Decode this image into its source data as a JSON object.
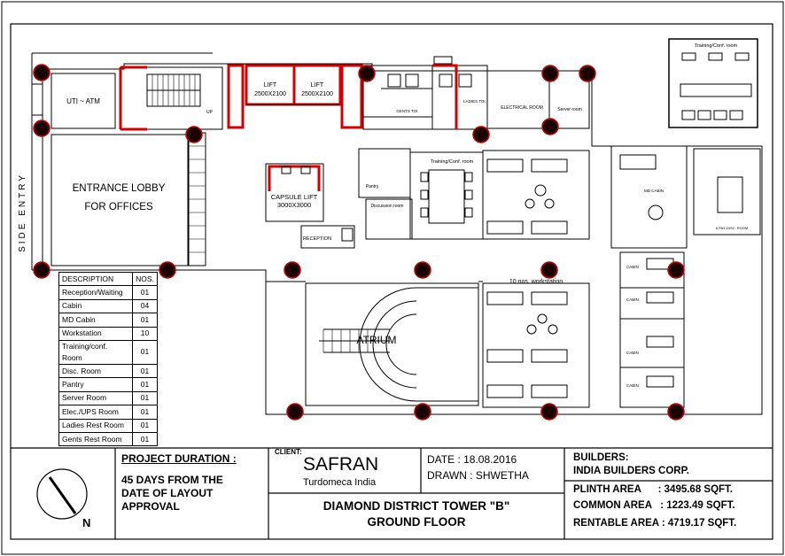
{
  "plan": {
    "side_entry": "SIDE ENTRY",
    "uti_atm": "UTI ~ ATM",
    "entrance_lobby_line1": "ENTRANCE LOBBY",
    "entrance_lobby_line2": "FOR OFFICES",
    "up": "UP",
    "lift1_name": "LIFT",
    "lift1_size": "2500X2100",
    "lift2_name": "LIFT",
    "lift2_size": "2500X2100",
    "capsule_lift_name": "CAPSULE LIFT",
    "capsule_lift_size": "3000X3000",
    "gents_toilet": "GENTS TOI.",
    "ladies_toilet": "LADIES TOI.",
    "electrical_room": "ELECTRICAL ROOM",
    "server_room": "Server room",
    "training_room_top": "Training/Conf. room",
    "training_room_mid": "Training/Conf. room",
    "pantry": "Pantry",
    "discussion_room": "Discussion room",
    "reception": "RECEPTION",
    "md_cabin": "MD CABIN",
    "pax_disc_room": "6 PAX DISC. ROOM",
    "workstation_heading": "10 nos. workstation",
    "atrium": "ATRIUM",
    "cabins": [
      "CABIN",
      "CABIN",
      "CABIN",
      "CABIN"
    ]
  },
  "description_table": {
    "headers": [
      "DESCRIPTION",
      "NOS."
    ],
    "rows": [
      [
        "Reception/Waiting",
        "01"
      ],
      [
        "Cabin",
        "04"
      ],
      [
        "MD Cabin",
        "01"
      ],
      [
        "Workstation",
        "10"
      ],
      [
        "Training/conf. Room",
        "01"
      ],
      [
        "Disc. Room",
        "01"
      ],
      [
        "Pantry",
        "01"
      ],
      [
        "Server Room",
        "01"
      ],
      [
        "Elec./UPS Room",
        "01"
      ],
      [
        "Ladies Rest Room",
        "01"
      ],
      [
        "Gents Rest Room",
        "01"
      ]
    ]
  },
  "title_block": {
    "north": "N",
    "project_duration_label": "PROJECT DURATION :",
    "project_duration_value": [
      "45 DAYS FROM THE",
      "DATE OF LAYOUT",
      "APPROVAL"
    ],
    "client_label": "CLIENT:",
    "client_name": "SAFRAN",
    "client_sub": "Turdomeca India",
    "date": "DATE : 18.08.2016",
    "drawn": "DRAWN : SHWETHA",
    "project_line1": "DIAMOND DISTRICT TOWER \"B\"",
    "project_line2": "GROUND FLOOR",
    "builders_label": "BUILDERS:",
    "builders_name": "INDIA BUILDERS CORP.",
    "plinth_area": "PLINTH AREA      : 3495.68 SQFT.",
    "common_area": "COMMON AREA   : 1223.49 SQFT.",
    "rentable_area": "RENTABLE AREA : 4719.17 SQFT."
  },
  "colors": {
    "column_fill": "#1a0000",
    "column_ring": "#cc0000",
    "lift_wall": "#d40000"
  }
}
